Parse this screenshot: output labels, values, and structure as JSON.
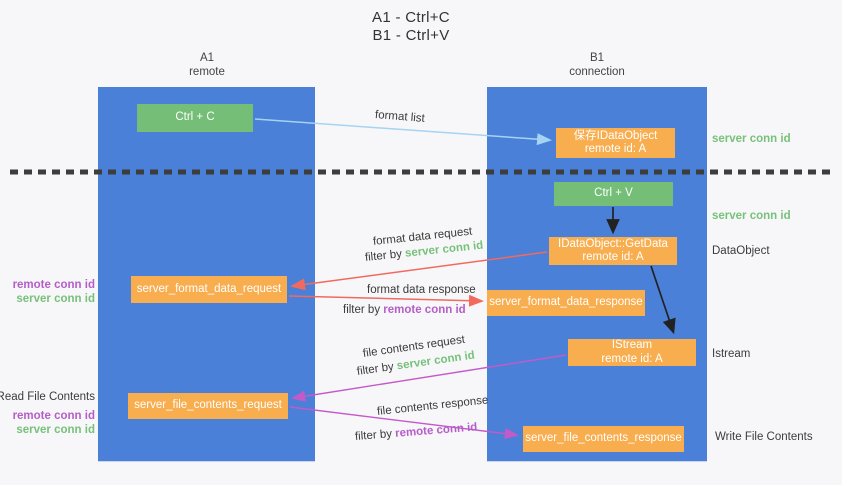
{
  "title": {
    "line1": "A1 - Ctrl+C",
    "line2": "B1 - Ctrl+V"
  },
  "lanes": {
    "left": {
      "name": "A1",
      "role": "remote"
    },
    "right": {
      "name": "B1",
      "role": "connection"
    }
  },
  "boxes": {
    "ctrl_c": "Ctrl + C",
    "ctrl_v": "Ctrl + V",
    "save_dataobject": {
      "line1": "保存IDataObject",
      "line2": "remote id: A"
    },
    "getdata": {
      "line1": "IDataObject::GetData",
      "line2": "remote id: A"
    },
    "istream": {
      "line1": "IStream",
      "line2": "remote id: A"
    },
    "format_request": "server_format_data_request",
    "format_response": "server_format_data_response",
    "file_request": "server_file_contents_request",
    "file_response": "server_file_contents_response"
  },
  "labels": {
    "format_list": "format list",
    "format_data_request": "format data request",
    "format_data_response": "format data response",
    "file_contents_request": "file contents request",
    "file_contents_response": "file contents response",
    "filter_by": "filter by ",
    "server_conn_id": "server conn id",
    "remote_conn_id": "remote conn id",
    "read_file_contents": "Read File Contents",
    "write_file_contents": "Write File Contents",
    "dataobject": "DataObject",
    "istream_side": "Istream"
  },
  "colors": {
    "lane_blue": "#4a80d8",
    "box_green": "#74be78",
    "box_orange": "#f8ad4e",
    "arrow_blue": "#a5d3f2",
    "arrow_red": "#f2695e",
    "arrow_magenta": "#c45ac8",
    "arrow_black": "#222222",
    "label_green": "#77c17a",
    "label_purple": "#b45ec8",
    "background": "#f7f7f9"
  }
}
